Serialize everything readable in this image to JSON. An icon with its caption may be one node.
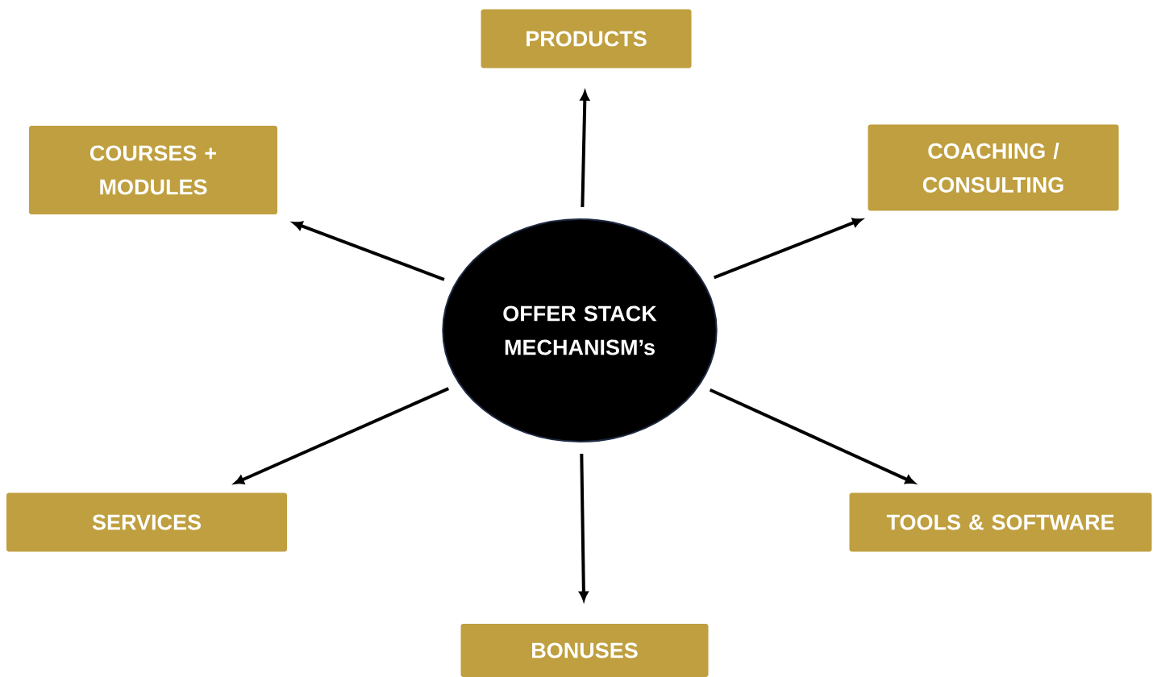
{
  "diagram": {
    "nodes": [
      {
        "text": [
          "OFFER STACK MECHANISM’s"
        ]
      },
      {
        "text": [
          "PRODUCTS"
        ]
      },
      {
        "text": [
          "COURSES + MODULES"
        ]
      },
      {
        "text": [
          "COACHING / CONSULTING"
        ]
      },
      {
        "text": [
          "SERVICES"
        ]
      },
      {
        "text": [
          "TOOLS & SOFTWARE"
        ]
      },
      {
        "text": [
          "BONUSES"
        ]
      }
    ],
    "edges": [
      {
        "from": 0,
        "to": 1,
        "arrow": "to"
      },
      {
        "from": 0,
        "to": 2,
        "arrow": "to"
      },
      {
        "from": 0,
        "to": 3,
        "arrow": "to"
      },
      {
        "from": 0,
        "to": 4,
        "arrow": "to"
      },
      {
        "from": 0,
        "to": 5,
        "arrow": "to"
      },
      {
        "from": 0,
        "to": 6,
        "arrow": "to"
      }
    ]
  }
}
